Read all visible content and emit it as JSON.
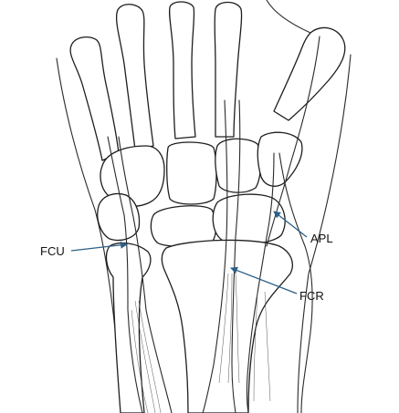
{
  "colors": {
    "line": "#1e1e1e",
    "arrow": "#2c5f87",
    "background": "#ffffff"
  },
  "labels": {
    "fcu": "FCU",
    "apl": "APL",
    "fcr": "FCR"
  }
}
